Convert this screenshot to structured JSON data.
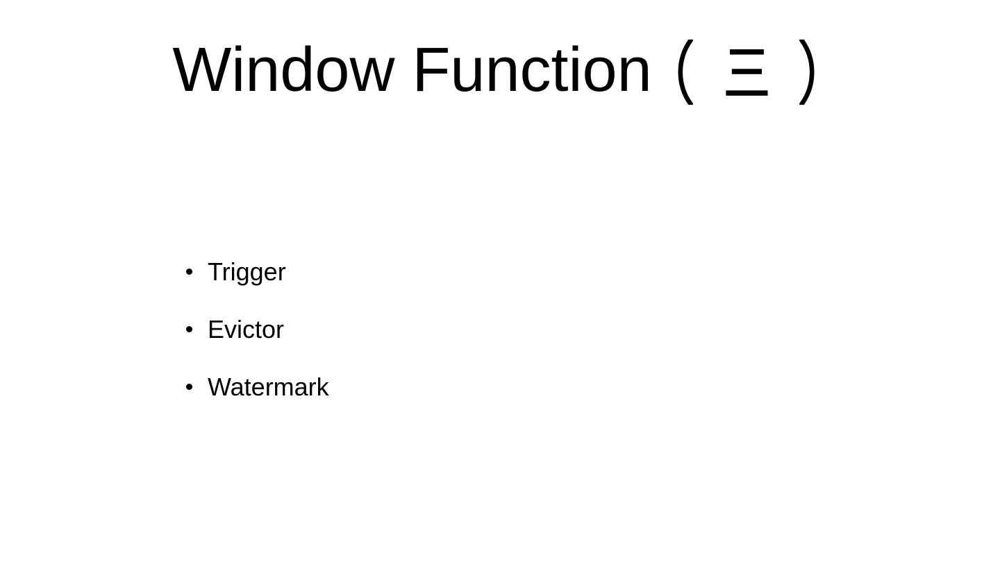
{
  "slide": {
    "title": {
      "full": "Window Function （三）",
      "latin": "Window Function",
      "suffix": "（三）"
    },
    "bullets": [
      "Trigger",
      "Evictor",
      "Watermark"
    ],
    "colors": {
      "background": "#ffffff",
      "text": "#000000"
    }
  }
}
